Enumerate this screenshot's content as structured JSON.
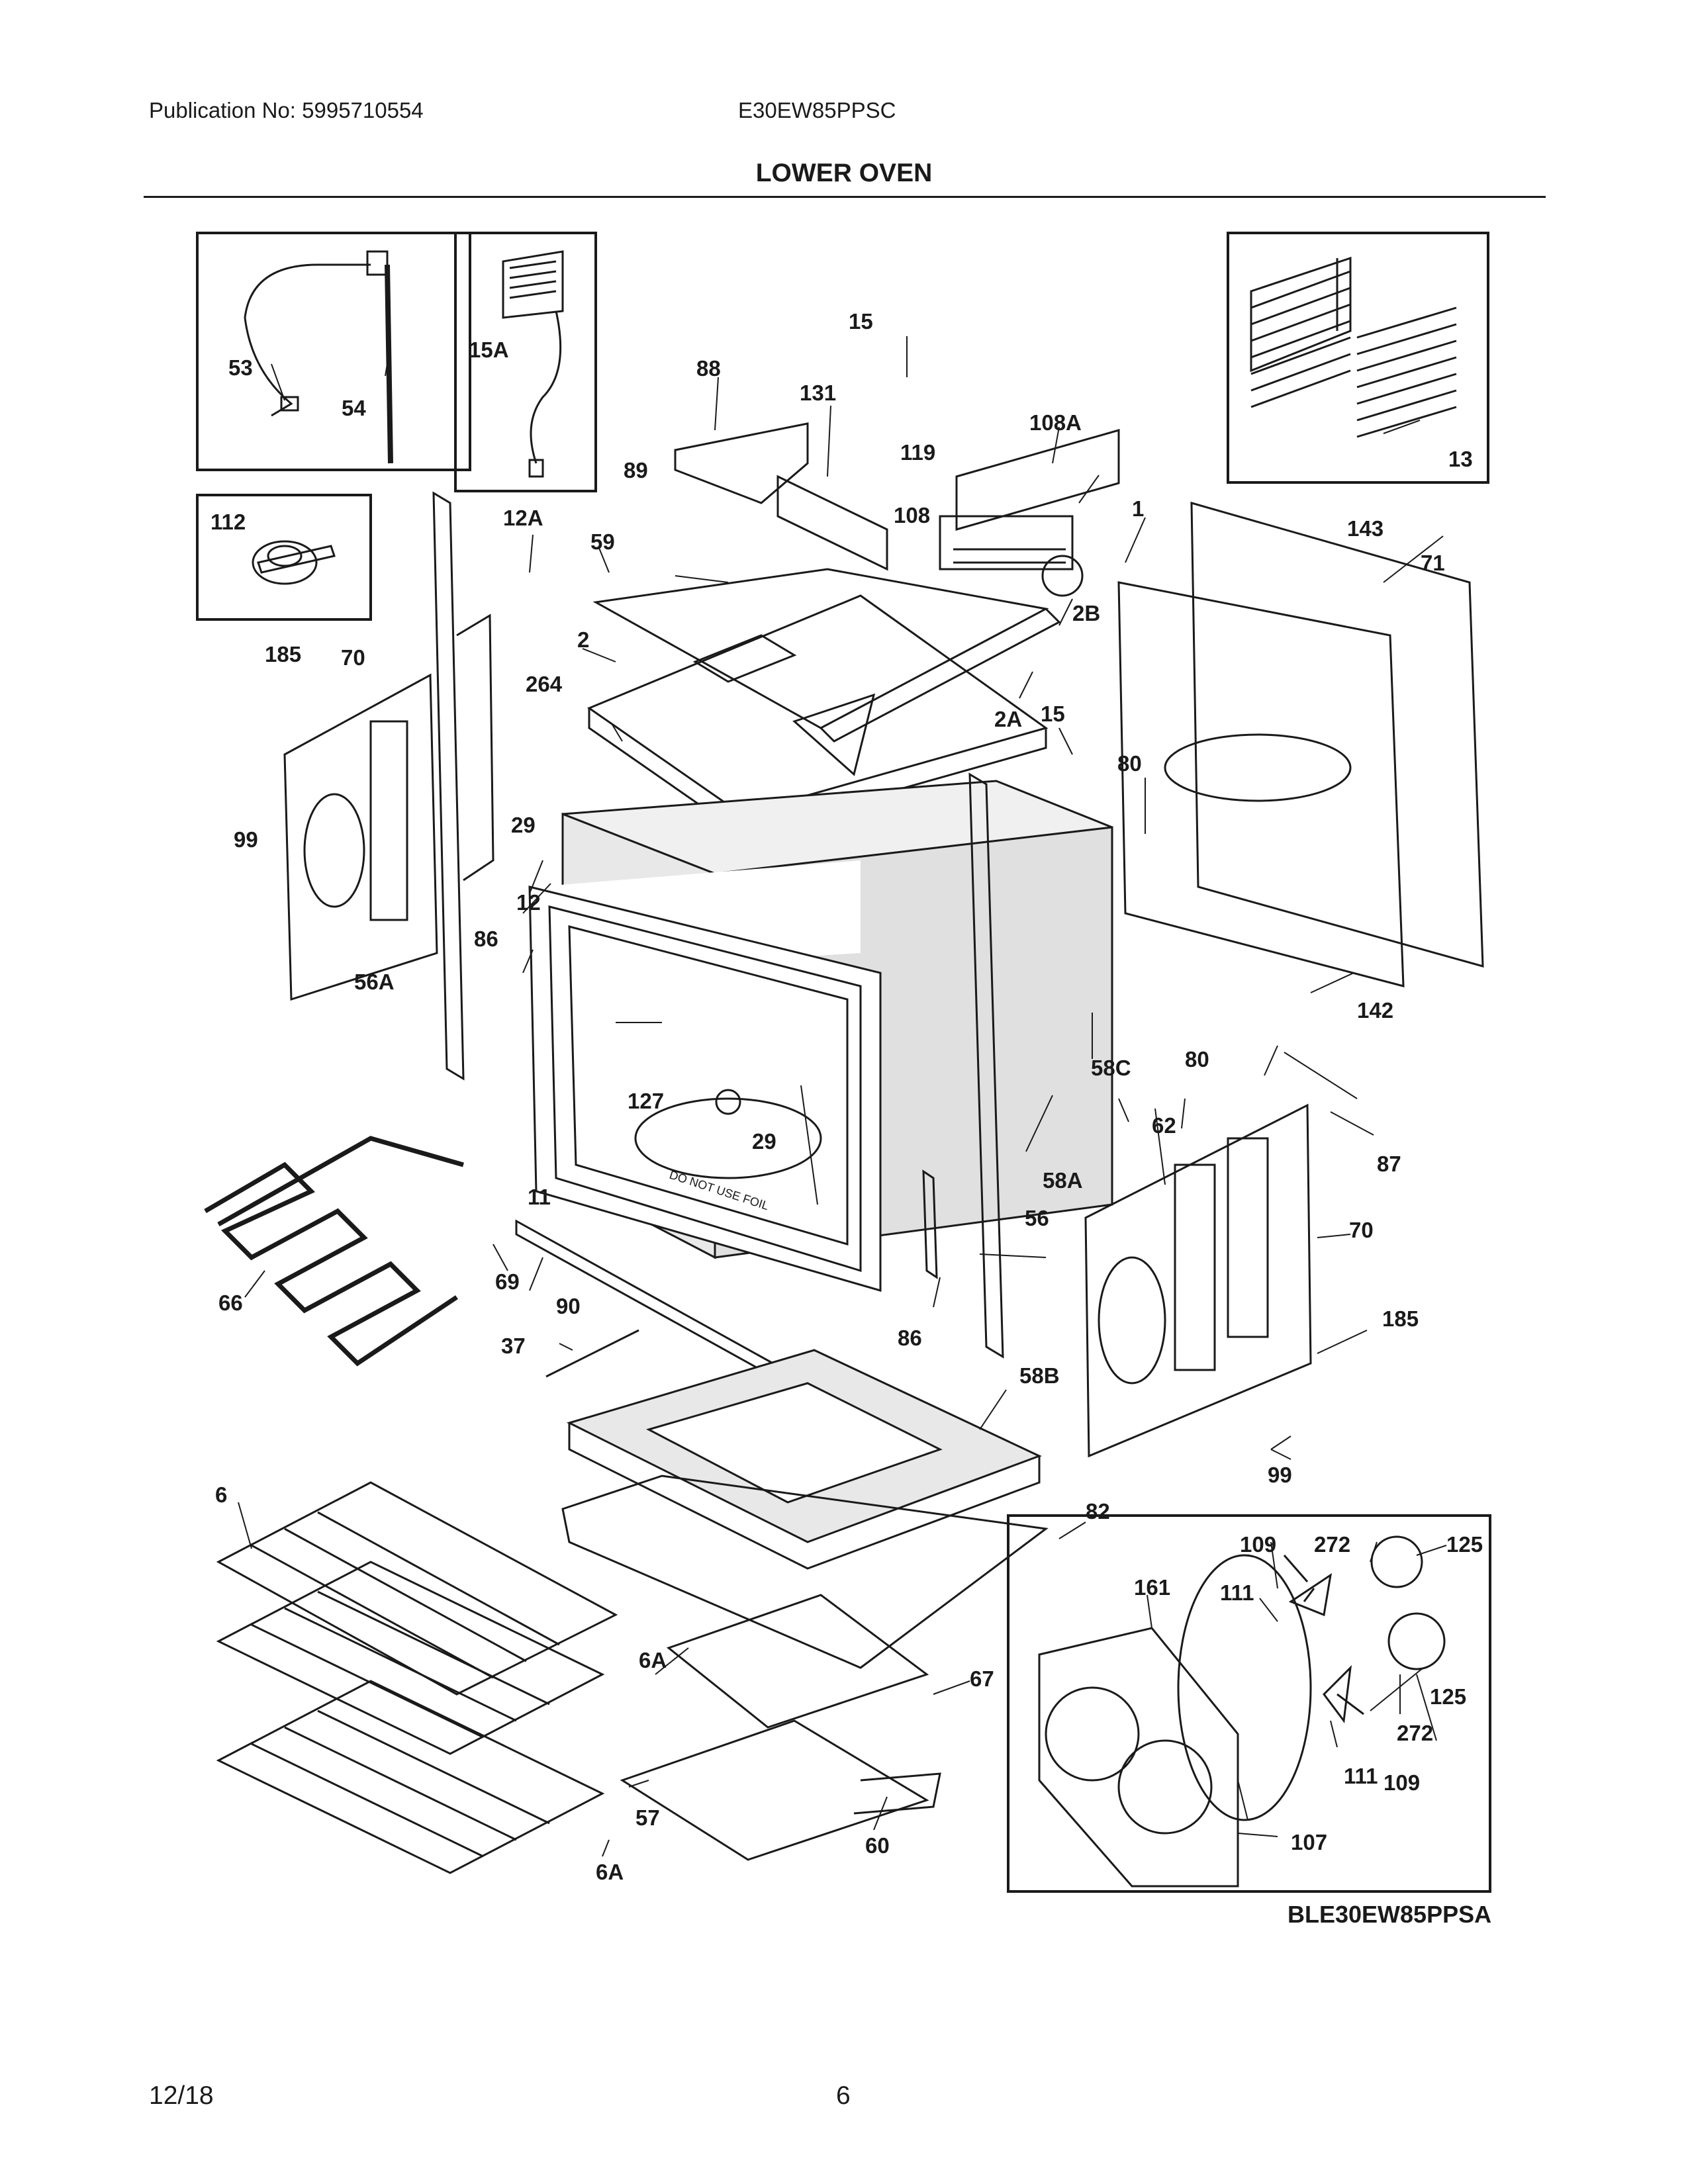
{
  "header": {
    "publication": "Publication No: 5995710554",
    "model": "E30EW85PPSC",
    "section_title": "LOWER OVEN"
  },
  "diagram": {
    "code": "BLE30EW85PPSA",
    "callouts": [
      "1",
      "2",
      "2A",
      "2B",
      "6",
      "6A",
      "6A",
      "11",
      "12",
      "12A",
      "13",
      "15",
      "15",
      "15A",
      "29",
      "29",
      "37",
      "53",
      "54",
      "56",
      "56A",
      "57",
      "58A",
      "58B",
      "58C",
      "59",
      "60",
      "62",
      "66",
      "67",
      "69",
      "70",
      "70",
      "71",
      "80",
      "80",
      "82",
      "86",
      "86",
      "87",
      "88",
      "89",
      "90",
      "99",
      "99",
      "107",
      "108",
      "108A",
      "109",
      "109",
      "111",
      "111",
      "112",
      "119",
      "125",
      "125",
      "127",
      "131",
      "142",
      "143",
      "161",
      "185",
      "185",
      "264",
      "272",
      "272"
    ]
  },
  "footer": {
    "date": "12/18",
    "page": "6"
  }
}
